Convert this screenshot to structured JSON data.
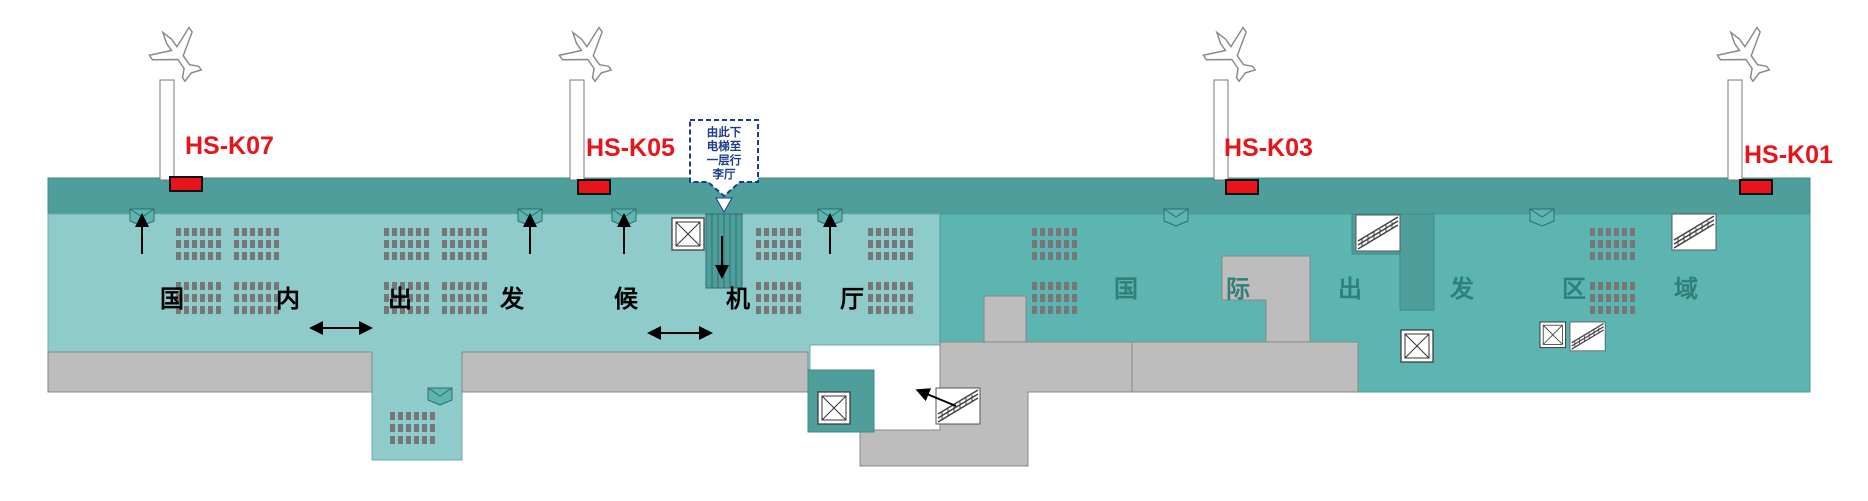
{
  "gates": [
    {
      "id": "HS-K07"
    },
    {
      "id": "HS-K05"
    },
    {
      "id": "HS-K03"
    },
    {
      "id": "HS-K01"
    }
  ],
  "domestic_zone": {
    "chars": [
      "国",
      "内",
      "出",
      "发",
      "候",
      "机",
      "厅"
    ]
  },
  "international_zone": {
    "chars": [
      "国",
      "际",
      "出",
      "发",
      "区",
      "域"
    ]
  },
  "escalator_note": {
    "lines": [
      "由此下",
      "电梯至",
      "一层行",
      "李厅"
    ]
  },
  "colors": {
    "gate_label": "#e8141b",
    "apron_band": "#4e9e9b",
    "domestic_floor": "#8ecbca",
    "international_floor": "#5db5b2",
    "service_area": "#bdbdbd",
    "note_border": "#1c3c8c"
  },
  "icons": [
    "airplane-icon",
    "jet-bridge",
    "gate-marker",
    "bench-icon",
    "escalator-icon",
    "elevator-icon",
    "arrow-icon"
  ]
}
